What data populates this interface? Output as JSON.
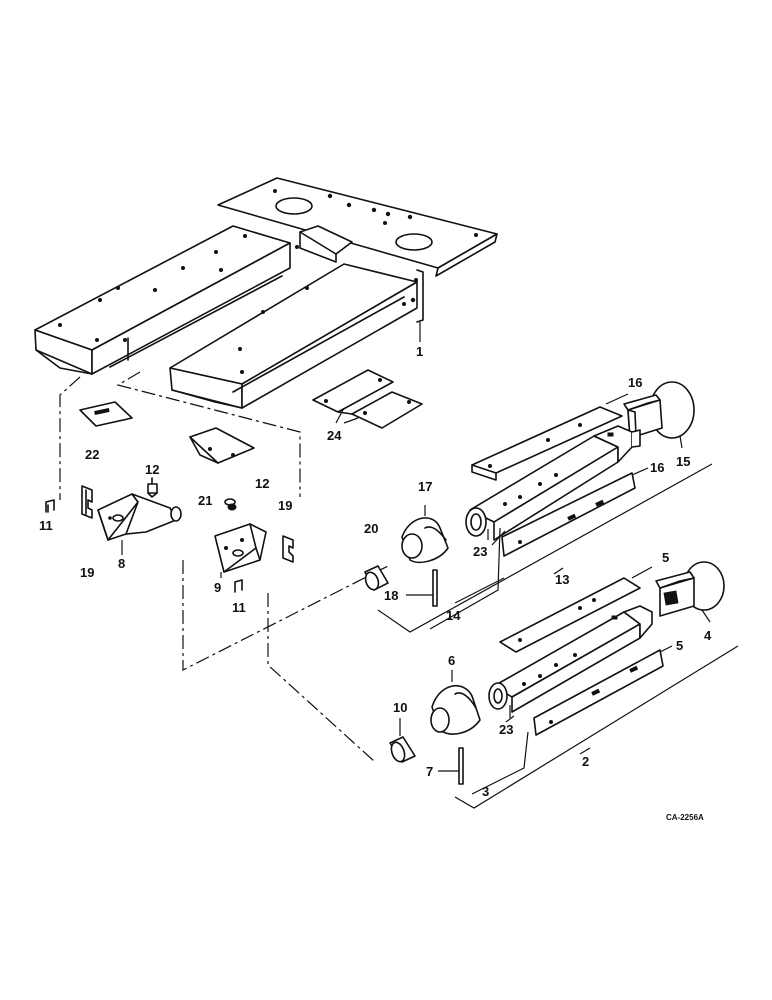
{
  "diagram": {
    "drawing_code": "CA-2256A",
    "callouts": {
      "n1": "1",
      "n2": "2",
      "n3": "3",
      "n4": "4",
      "n5a": "5",
      "n5b": "5",
      "n6": "6",
      "n7": "7",
      "n8": "8",
      "n9": "9",
      "n10": "10",
      "n11a": "11",
      "n11b": "11",
      "n12a": "12",
      "n12b": "12",
      "n13": "13",
      "n14": "14",
      "n15": "15",
      "n16a": "16",
      "n16b": "16",
      "n17": "17",
      "n18": "18",
      "n19a": "19",
      "n19b": "19",
      "n20": "20",
      "n21": "21",
      "n22": "22",
      "n23a": "23",
      "n23b": "23",
      "n24": "24"
    }
  }
}
